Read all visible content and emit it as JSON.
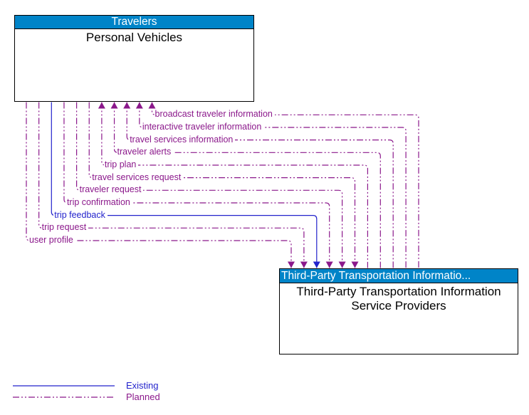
{
  "diagram": {
    "source_box": {
      "header": "Travelers",
      "body": "Personal Vehicles"
    },
    "dest_box": {
      "header": "Third-Party Transportation Informatio...",
      "body": "Third-Party Transportation Information Service Providers"
    },
    "flows": [
      {
        "label": "broadcast traveler information",
        "direction": "incoming",
        "status": "planned"
      },
      {
        "label": "interactive traveler information",
        "direction": "incoming",
        "status": "planned"
      },
      {
        "label": "travel services information",
        "direction": "incoming",
        "status": "planned"
      },
      {
        "label": "traveler alerts",
        "direction": "incoming",
        "status": "planned"
      },
      {
        "label": "trip plan",
        "direction": "incoming",
        "status": "planned"
      },
      {
        "label": "travel services request",
        "direction": "outgoing",
        "status": "planned"
      },
      {
        "label": "traveler request",
        "direction": "outgoing",
        "status": "planned"
      },
      {
        "label": "trip confirmation",
        "direction": "outgoing",
        "status": "planned"
      },
      {
        "label": "trip feedback",
        "direction": "outgoing",
        "status": "existing"
      },
      {
        "label": "trip request",
        "direction": "outgoing",
        "status": "planned"
      },
      {
        "label": "user profile",
        "direction": "outgoing",
        "status": "planned"
      }
    ],
    "legend": [
      {
        "label": "Existing",
        "status": "existing"
      },
      {
        "label": "Planned",
        "status": "planned"
      }
    ],
    "colors": {
      "header_bg": "#0084C8",
      "header_text": "#FFFFFF",
      "existing": "#2323CC",
      "planned": "#8B188B",
      "box_border": "#000000"
    }
  }
}
